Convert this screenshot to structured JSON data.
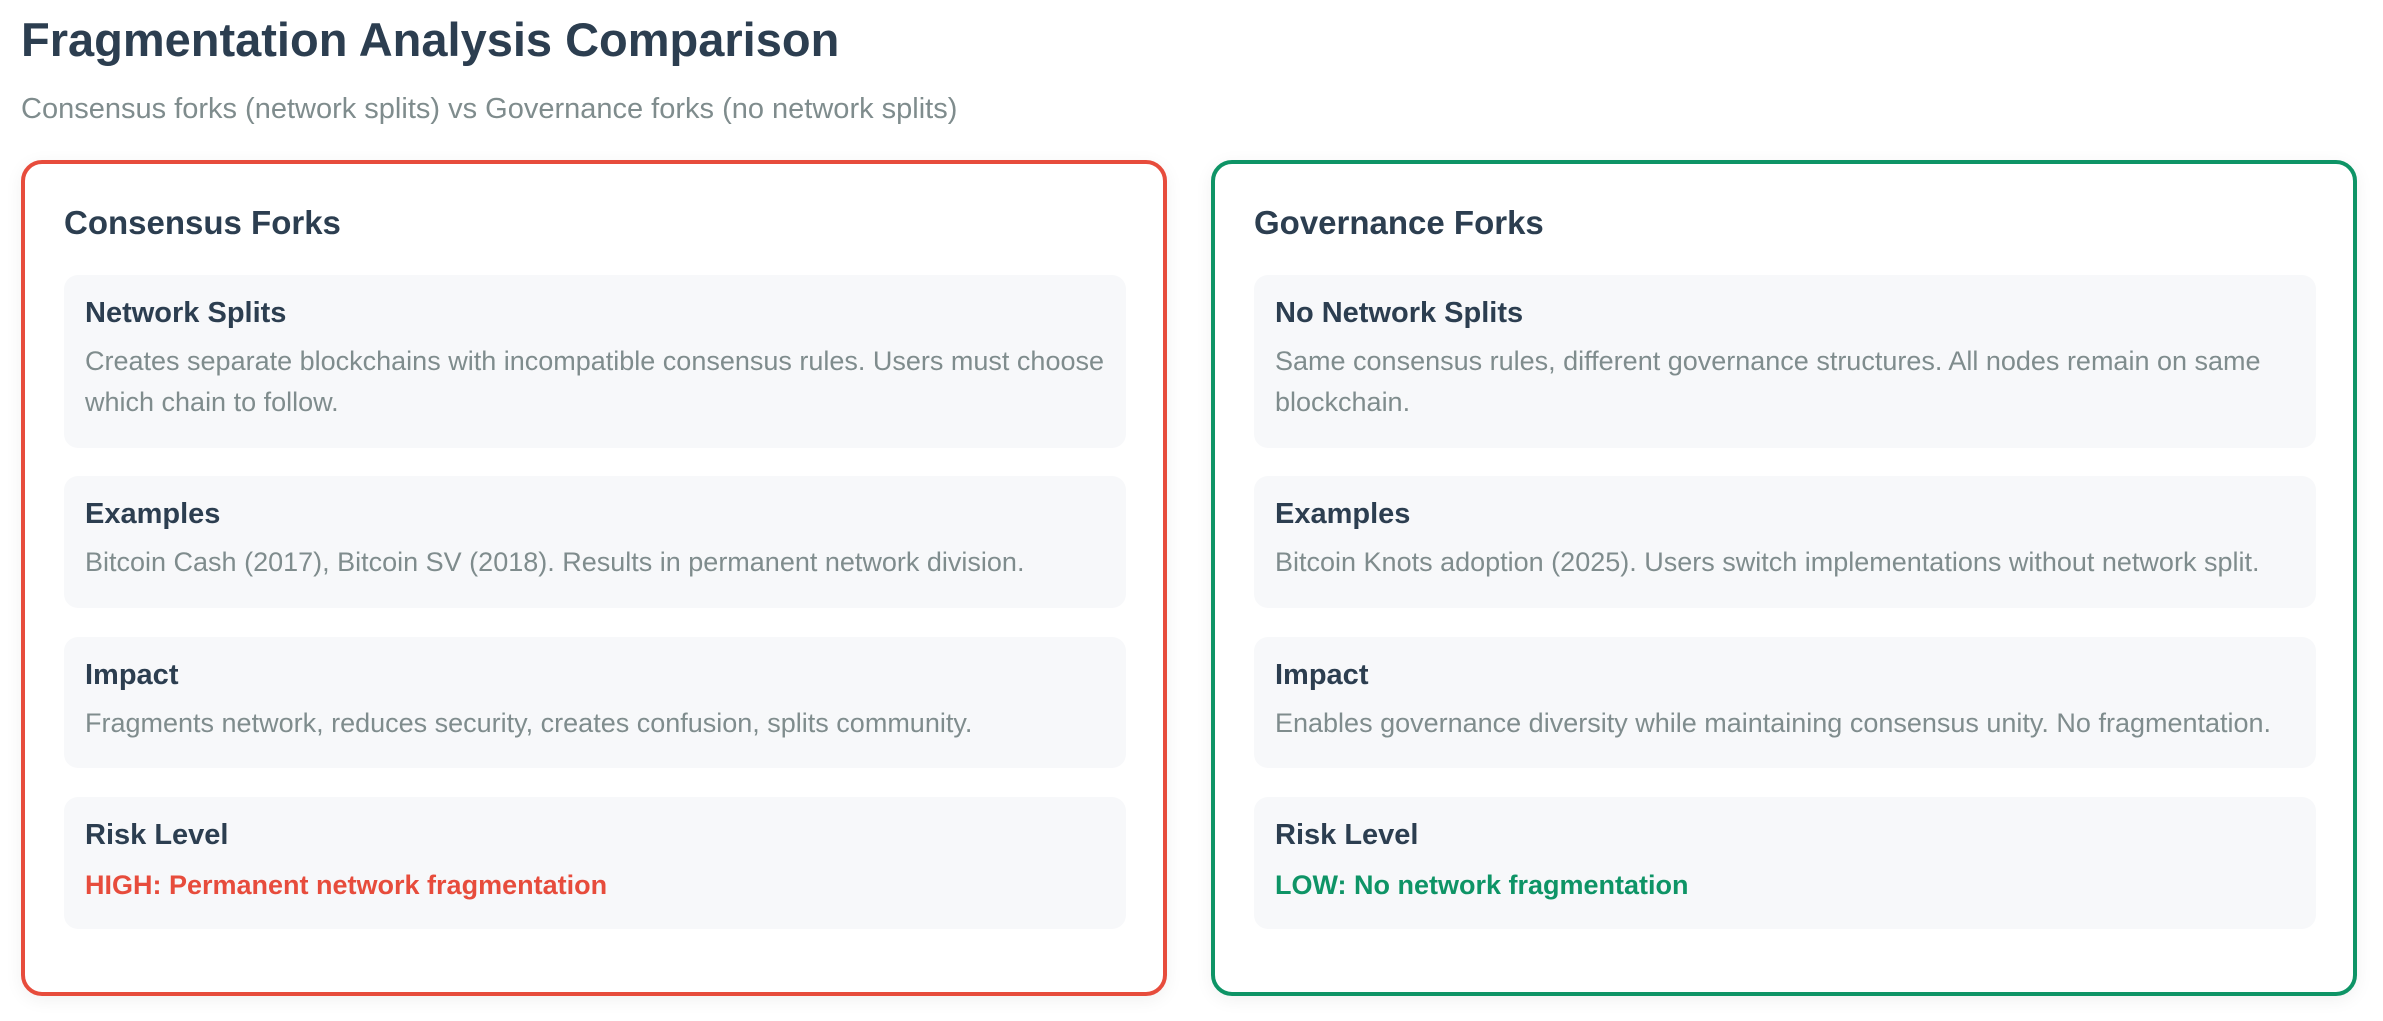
{
  "page": {
    "title": "Fragmentation Analysis Comparison",
    "subtitle": "Consensus forks (network splits) vs Governance forks (no network splits)"
  },
  "colors": {
    "consensus_accent": "#e74c3c",
    "governance_accent": "#0e9466",
    "card_bg": "#f7f8fa",
    "heading": "#2c3e50",
    "muted": "#7f8c8d"
  },
  "panels": [
    {
      "title": "Consensus Forks",
      "accent": "#e74c3c",
      "cards": [
        {
          "title": "Network Splits",
          "text": "Creates separate blockchains with incompatible consensus rules. Users must choose which chain to follow."
        },
        {
          "title": "Examples",
          "text": "Bitcoin Cash (2017), Bitcoin SV (2018). Results in permanent network division."
        },
        {
          "title": "Impact",
          "text": "Fragments network, reduces security, creates confusion, splits community."
        },
        {
          "title": "Risk Level",
          "text": "HIGH: Permanent network fragmentation"
        }
      ]
    },
    {
      "title": "Governance Forks",
      "accent": "#0e9466",
      "cards": [
        {
          "title": "No Network Splits",
          "text": "Same consensus rules, different governance structures. All nodes remain on same blockchain."
        },
        {
          "title": "Examples",
          "text": "Bitcoin Knots adoption (2025). Users switch implementations without network split."
        },
        {
          "title": "Impact",
          "text": "Enables governance diversity while maintaining consensus unity. No fragmentation."
        },
        {
          "title": "Risk Level",
          "text": "LOW: No network fragmentation"
        }
      ]
    }
  ]
}
